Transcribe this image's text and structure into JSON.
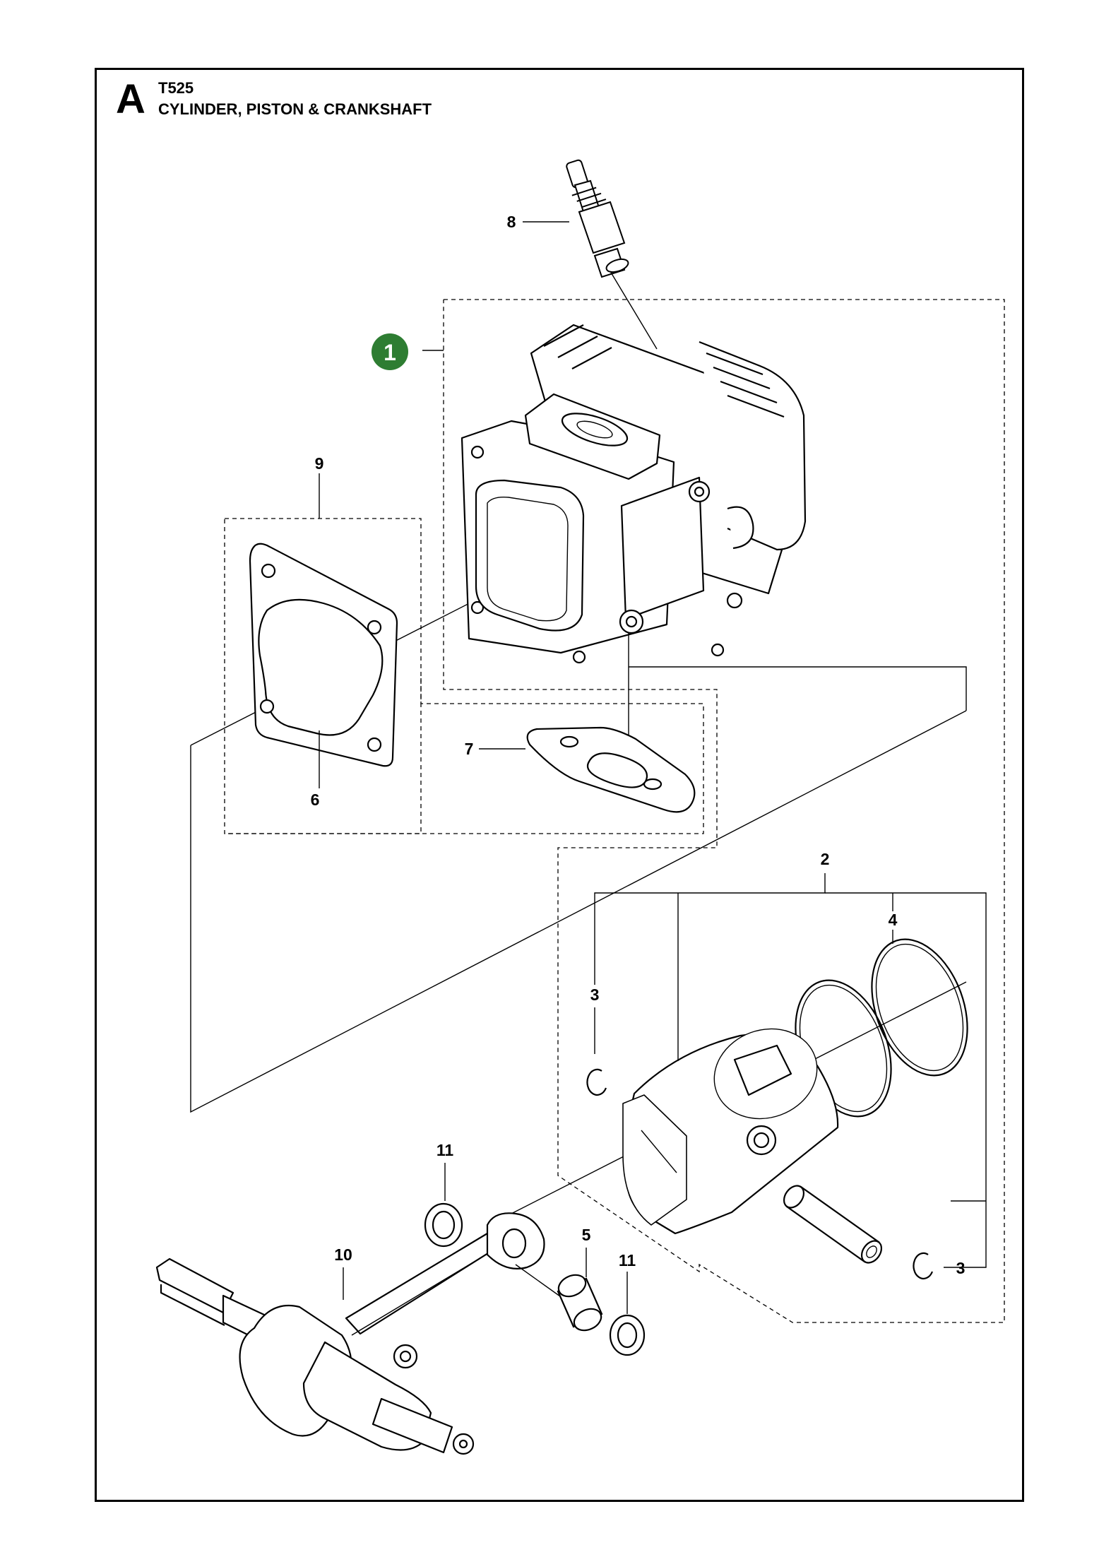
{
  "header": {
    "section_letter": "A",
    "model": "T525",
    "title": "CYLINDER, PISTON & CRANKSHAFT"
  },
  "colors": {
    "badge_fill": "#2e7d32",
    "line": "#000000",
    "part_fill": "#ffffff"
  },
  "highlight_badge": {
    "label": "1"
  },
  "callouts": [
    {
      "id": "c8",
      "label": "8"
    },
    {
      "id": "c9",
      "label": "9"
    },
    {
      "id": "c6",
      "label": "6"
    },
    {
      "id": "c7",
      "label": "7"
    },
    {
      "id": "c2",
      "label": "2"
    },
    {
      "id": "c4",
      "label": "4"
    },
    {
      "id": "c3a",
      "label": "3"
    },
    {
      "id": "c3b",
      "label": "3"
    },
    {
      "id": "c11a",
      "label": "11"
    },
    {
      "id": "c10",
      "label": "10"
    },
    {
      "id": "c5",
      "label": "5"
    },
    {
      "id": "c11b",
      "label": "11"
    }
  ],
  "parts": [
    {
      "number": "1",
      "icon": "cylinder-icon"
    },
    {
      "number": "2",
      "icon": "piston-icon"
    },
    {
      "number": "3",
      "icon": "circlip-icon"
    },
    {
      "number": "4",
      "icon": "piston-ring-icon"
    },
    {
      "number": "5",
      "icon": "needle-bearing-icon"
    },
    {
      "number": "6",
      "icon": "cylinder-gasket-icon"
    },
    {
      "number": "7",
      "icon": "exhaust-gasket-icon"
    },
    {
      "number": "8",
      "icon": "spark-plug-icon"
    },
    {
      "number": "9",
      "icon": "gasket-kit-icon"
    },
    {
      "number": "10",
      "icon": "crankshaft-icon"
    },
    {
      "number": "11",
      "icon": "crank-seal-icon"
    }
  ]
}
